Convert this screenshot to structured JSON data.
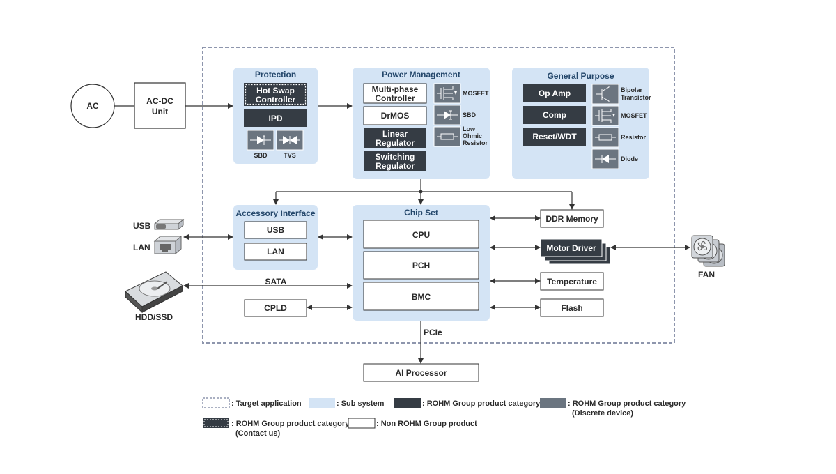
{
  "external": {
    "ac": "AC",
    "acdc": [
      "AC-DC",
      "Unit"
    ],
    "usb": "USB",
    "lan": "LAN",
    "hdd": "HDD/SSD",
    "fan": "FAN",
    "ai": "AI Processor",
    "sata": "SATA",
    "pcie": "PCIe"
  },
  "protection": {
    "title": "Protection",
    "hot_swap": [
      "Hot Swap",
      "Controller"
    ],
    "ipd": "IPD",
    "sbd": "SBD",
    "tvs": "TVS"
  },
  "power": {
    "title": "Power Management",
    "multiphase": [
      "Multi-phase",
      "Controller"
    ],
    "drmos": "DrMOS",
    "linear": [
      "Linear",
      "Regulator"
    ],
    "switching": [
      "Switching",
      "Regulator"
    ],
    "mosfet": "MOSFET",
    "sbd": "SBD",
    "low_ohmic": [
      "Low",
      "Ohmic",
      "Resistor"
    ]
  },
  "general": {
    "title": "General Purpose",
    "opamp": "Op Amp",
    "comp": "Comp",
    "reset": "Reset/WDT",
    "bipolar": [
      "Bipolar",
      "Transistor"
    ],
    "mosfet": "MOSFET",
    "resistor": "Resistor",
    "diode": "Diode"
  },
  "accessory": {
    "title": "Accessory Interface",
    "usb": "USB",
    "lan": "LAN"
  },
  "chipset": {
    "title": "Chip Set",
    "cpu": "CPU",
    "pch": "PCH",
    "bmc": "BMC"
  },
  "cpld": "CPLD",
  "right": {
    "ddr": "DDR Memory",
    "motor": "Motor Driver",
    "temperature": "Temperature",
    "flash": "Flash"
  },
  "legend": {
    "target": ": Target application",
    "sub": ": Sub system",
    "rohm": ": ROHM Group product category",
    "rohm_discrete": [
      ": ROHM Group product category",
      "(Discrete device)"
    ],
    "rohm_contact": [
      ": ROHM Group product category",
      "(Contact us)"
    ],
    "non_rohm": ": Non ROHM Group product"
  },
  "colors": {
    "dark": "#353c44",
    "discrete": "#6b7580",
    "sub": "#d4e4f5",
    "dashed": "#8e96ad",
    "title_blue": "#24476b"
  }
}
